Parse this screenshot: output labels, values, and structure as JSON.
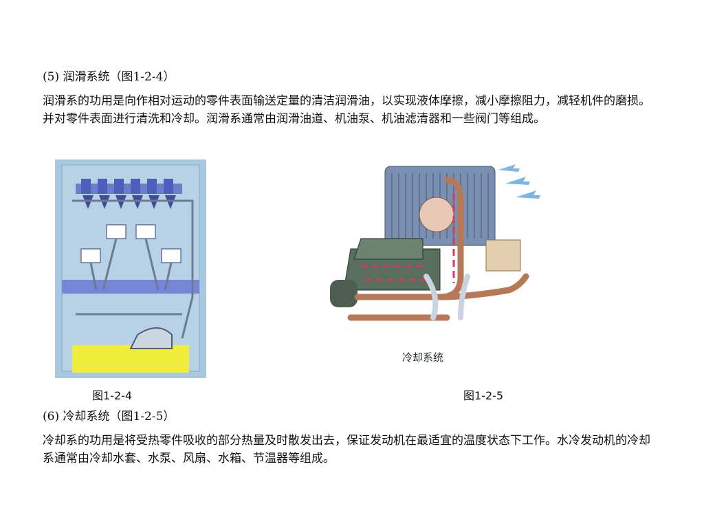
{
  "section5": {
    "heading": "(5) 润滑系统（图1-2-4）",
    "body": "润滑系的功用是向作相对运动的零件表面输送定量的清洁润滑油，以实现液体摩擦，减小摩擦阻力，减轻机件的磨损。并对零件表面进行清洗和冷却。润滑系通常由润滑油道、机油泵、机油滤清器和一些阀门等组成。"
  },
  "figures": {
    "fig_left_caption": "图1-2-4",
    "fig_right_caption": "图1-2-5",
    "fig_right_label": "冷却系统"
  },
  "section6": {
    "heading": "(6) 冷却系统（图1-2-5）",
    "body": "冷却系的功用是将受热零件吸收的部分热量及时散发出去，保证发动机在最适宜的温度状态下工作。水冷发动机的冷却系通常由冷却水套、水泵、风扇、水箱、节温器等组成。"
  }
}
